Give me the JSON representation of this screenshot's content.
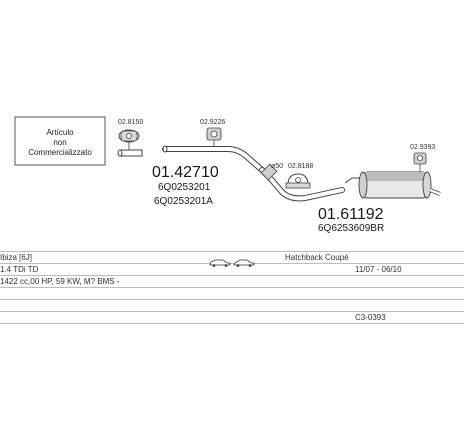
{
  "diagram": {
    "note_box": [
      "Artículo",
      "non",
      "Commercializzato"
    ],
    "parts": [
      {
        "code": "02.8150",
        "kind": "hanger"
      },
      {
        "code": "02.9226",
        "kind": "hanger"
      },
      {
        "code": "ø50",
        "kind": "label"
      },
      {
        "code": "02.8188",
        "kind": "clamp"
      },
      {
        "code": "02.9393",
        "kind": "hanger"
      }
    ],
    "assemblies": [
      {
        "number": "01.42710",
        "refs": [
          "6Q0253201",
          "6Q0253201A"
        ]
      },
      {
        "number": "01.61192",
        "refs": [
          "6Q6253609BR"
        ]
      }
    ]
  },
  "info": {
    "model": "Ibiza [6J]",
    "body_type": "Hatchback Coupé",
    "engine": "1.4 TDi TD",
    "dates": "11/07 - 06/10",
    "spec": "1422 cc,00 HP, 59 KW, M? BMS -",
    "catalog_code": "C3-0393"
  },
  "icons": {
    "car_icons": [
      "car-hatchback-icon",
      "car-coupe-icon"
    ]
  }
}
